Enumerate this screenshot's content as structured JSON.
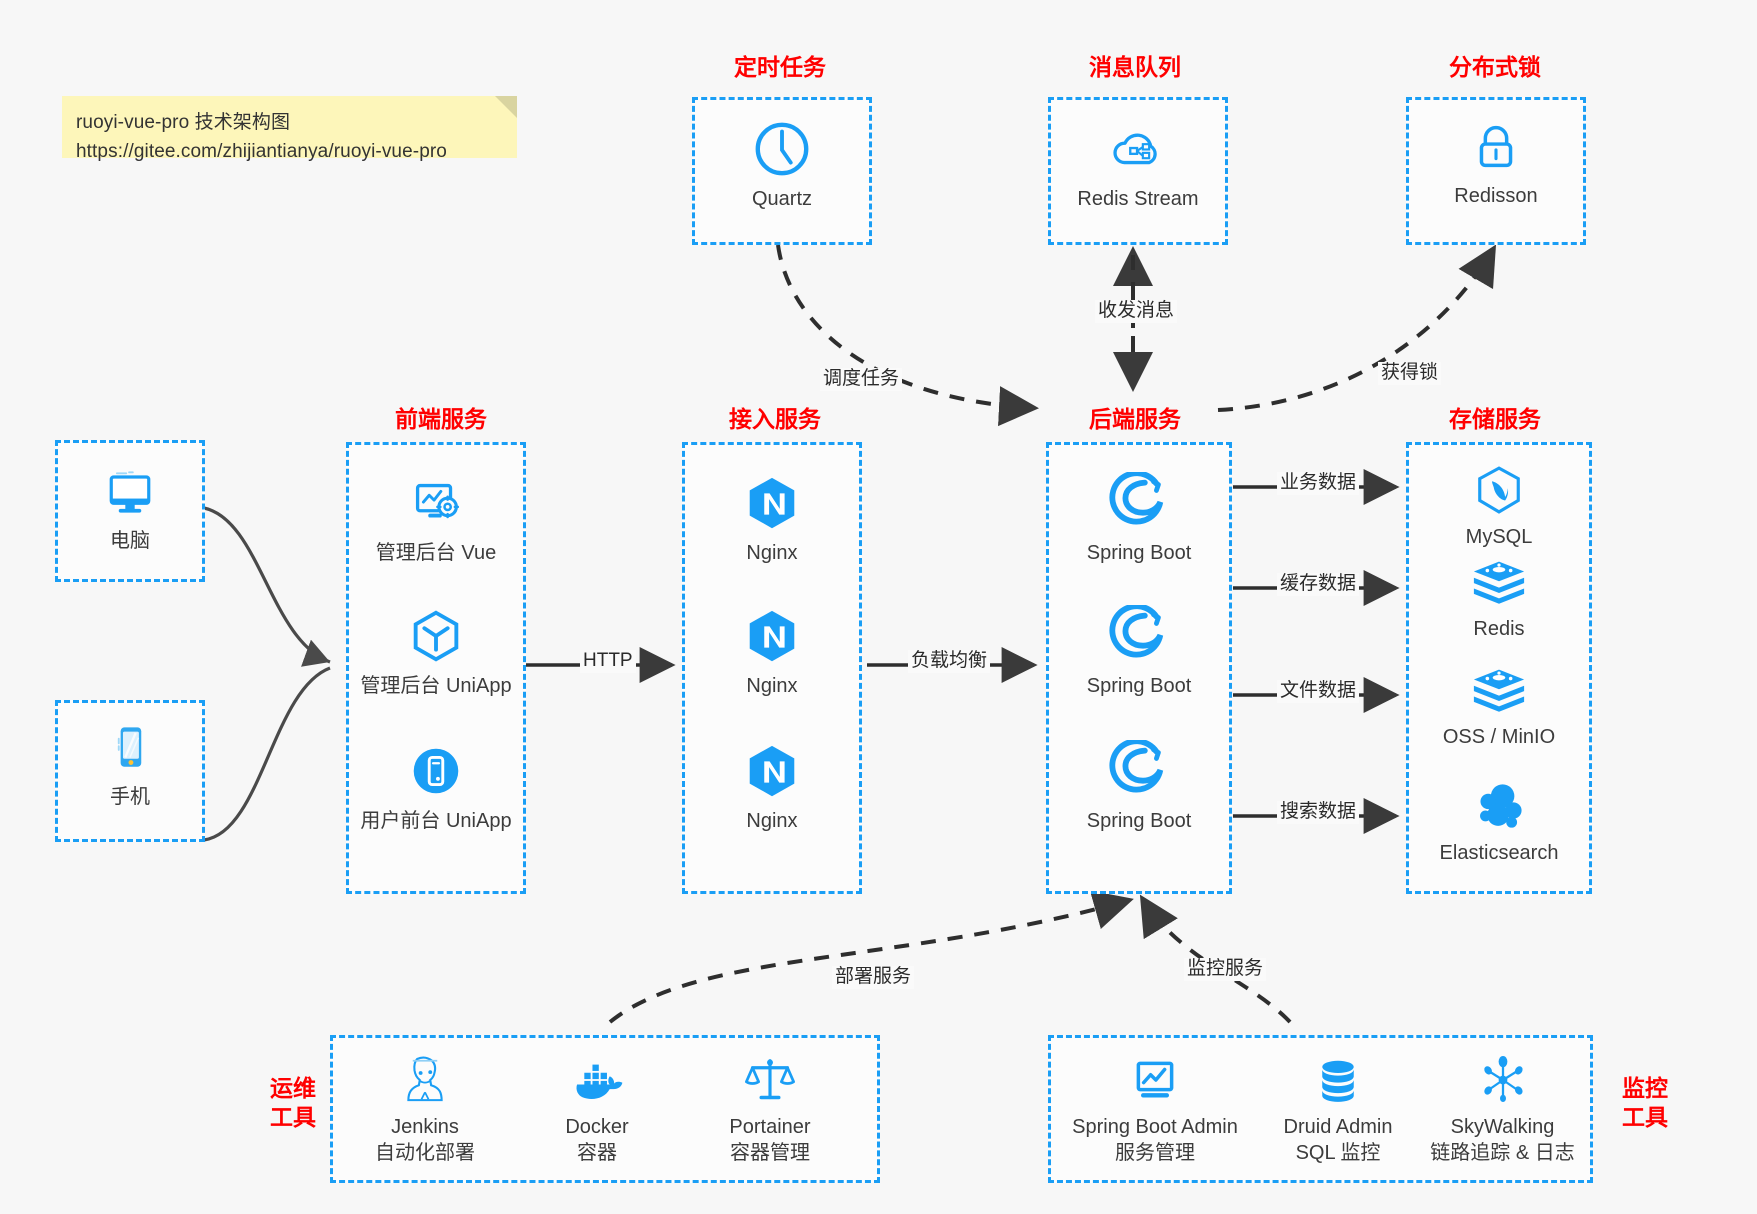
{
  "note": {
    "line1": "ruoyi-vue-pro 技术架构图",
    "line2": "https://gitee.com/zhijiantianya/ruoyi-vue-pro"
  },
  "colors": {
    "accent_blue": "#1a9ef5",
    "title_red": "#ff0000",
    "text_dark": "#3c3c3c",
    "edge_dark": "#3a3a3a",
    "note_yellow": "#fdf6ba",
    "canvas": "#f7f7f7"
  },
  "groups": {
    "scheduled_task": "定时任务",
    "message_queue": "消息队列",
    "distributed_lock": "分布式锁",
    "frontend_service": "前端服务",
    "access_service": "接入服务",
    "backend_service": "后端服务",
    "storage_service": "存储服务",
    "devops_tools": "运维\n工具",
    "devops_tools_l1": "运维",
    "devops_tools_l2": "工具",
    "monitor_tools_l1": "监控",
    "monitor_tools_l2": "工具"
  },
  "nodes": {
    "quartz": {
      "label": "Quartz",
      "icon": "clock-icon"
    },
    "redis_stream": {
      "label": "Redis Stream",
      "icon": "cloud-stream-icon"
    },
    "redisson": {
      "label": "Redisson",
      "icon": "lock-icon"
    },
    "computer": {
      "label": "电脑",
      "icon": "desktop-monitor-icon"
    },
    "phone": {
      "label": "手机",
      "icon": "mobile-phone-icon"
    },
    "admin_vue": {
      "label": "管理后台 Vue",
      "icon": "dashboard-gear-icon"
    },
    "admin_uniapp": {
      "label": "管理后台 UniApp",
      "icon": "hexagon-cube-icon"
    },
    "user_uniapp": {
      "label": "用户前台 UniApp",
      "icon": "mobile-circle-icon"
    },
    "nginx1": {
      "label": "Nginx",
      "icon": "nginx-icon"
    },
    "nginx2": {
      "label": "Nginx",
      "icon": "nginx-icon"
    },
    "nginx3": {
      "label": "Nginx",
      "icon": "nginx-icon"
    },
    "springboot1": {
      "label": "Spring Boot",
      "icon": "spring-leaf-icon"
    },
    "springboot2": {
      "label": "Spring Boot",
      "icon": "spring-leaf-icon"
    },
    "springboot3": {
      "label": "Spring Boot",
      "icon": "spring-leaf-icon"
    },
    "mysql": {
      "label": "MySQL",
      "icon": "mysql-dolphin-icon"
    },
    "redis": {
      "label": "Redis",
      "icon": "redis-stack-icon"
    },
    "oss_minio": {
      "label": "OSS / MinIO",
      "icon": "redis-stack-icon"
    },
    "elasticsearch": {
      "label": "Elasticsearch",
      "icon": "elasticsearch-icon"
    },
    "jenkins": {
      "label": "Jenkins",
      "sublabel": "自动化部署",
      "icon": "jenkins-butler-icon"
    },
    "docker": {
      "label": "Docker",
      "sublabel": "容器",
      "icon": "docker-whale-icon"
    },
    "portainer": {
      "label": "Portainer",
      "sublabel": "容器管理",
      "icon": "scales-icon"
    },
    "spring_boot_admin": {
      "label": "Spring Boot Admin",
      "sublabel": "服务管理",
      "icon": "monitor-chart-icon"
    },
    "druid_admin": {
      "label": "Druid Admin",
      "sublabel": "SQL 监控",
      "icon": "database-icon"
    },
    "skywalking": {
      "label": "SkyWalking",
      "sublabel": "链路追踪 & 日志",
      "icon": "skywalking-node-icon"
    }
  },
  "edges": {
    "schedule_task": "调度任务",
    "send_receive_message": "收发消息",
    "acquire_lock": "获得锁",
    "http": "HTTP",
    "load_balance": "负载均衡",
    "business_data": "业务数据",
    "cache_data": "缓存数据",
    "file_data": "文件数据",
    "search_data": "搜索数据",
    "deploy_service": "部署服务",
    "monitor_service": "监控服务"
  }
}
